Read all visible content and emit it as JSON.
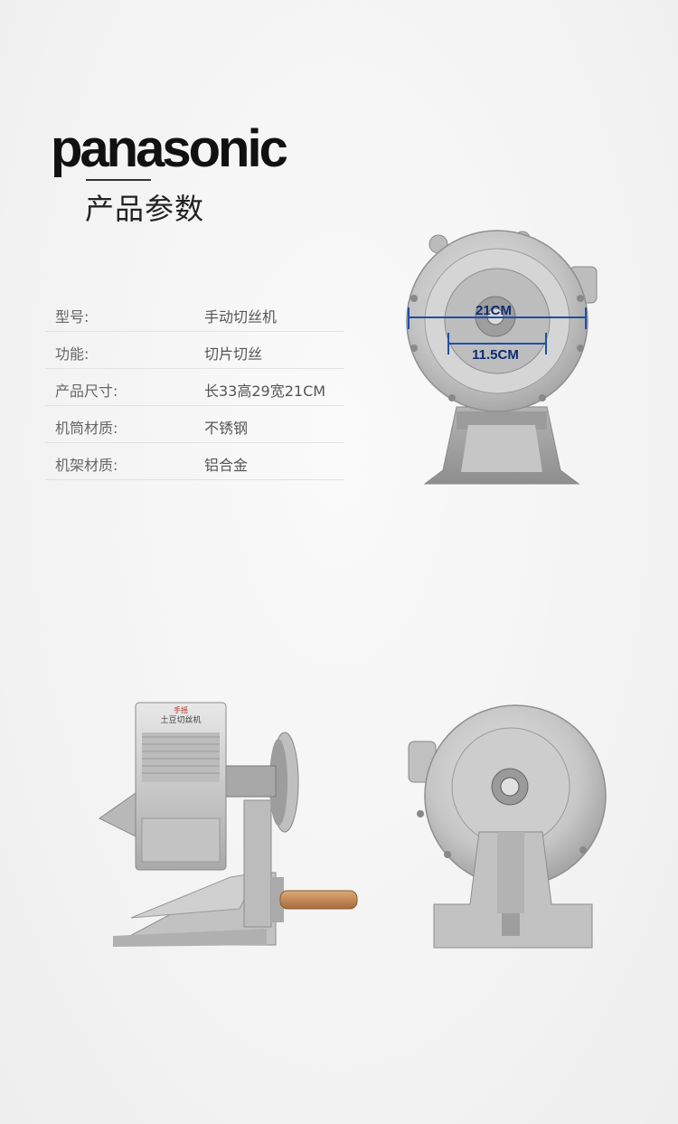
{
  "brand": {
    "logo_text": "panasonic",
    "section_title": "产品参数"
  },
  "specs": [
    {
      "label": "型号:",
      "value": "手动切丝机"
    },
    {
      "label": "功能:",
      "value": "切片切丝"
    },
    {
      "label": "产品尺寸:",
      "value": "长33高29宽21CM"
    },
    {
      "label": "机筒材质:",
      "value": "不锈钢"
    },
    {
      "label": "机架材质:",
      "value": "铝合金"
    }
  ],
  "diagram": {
    "outer_dimension": "21CM",
    "inner_dimension": "11.5CM",
    "dimension_color": "#1f4fa8"
  },
  "side_view": {
    "drum_label_top": "手摇",
    "drum_label_main": "土豆切丝机"
  },
  "colors": {
    "metal": "#c8c8c8",
    "metal_dark": "#9a9a9a",
    "handle_wood": "#c98a55"
  }
}
